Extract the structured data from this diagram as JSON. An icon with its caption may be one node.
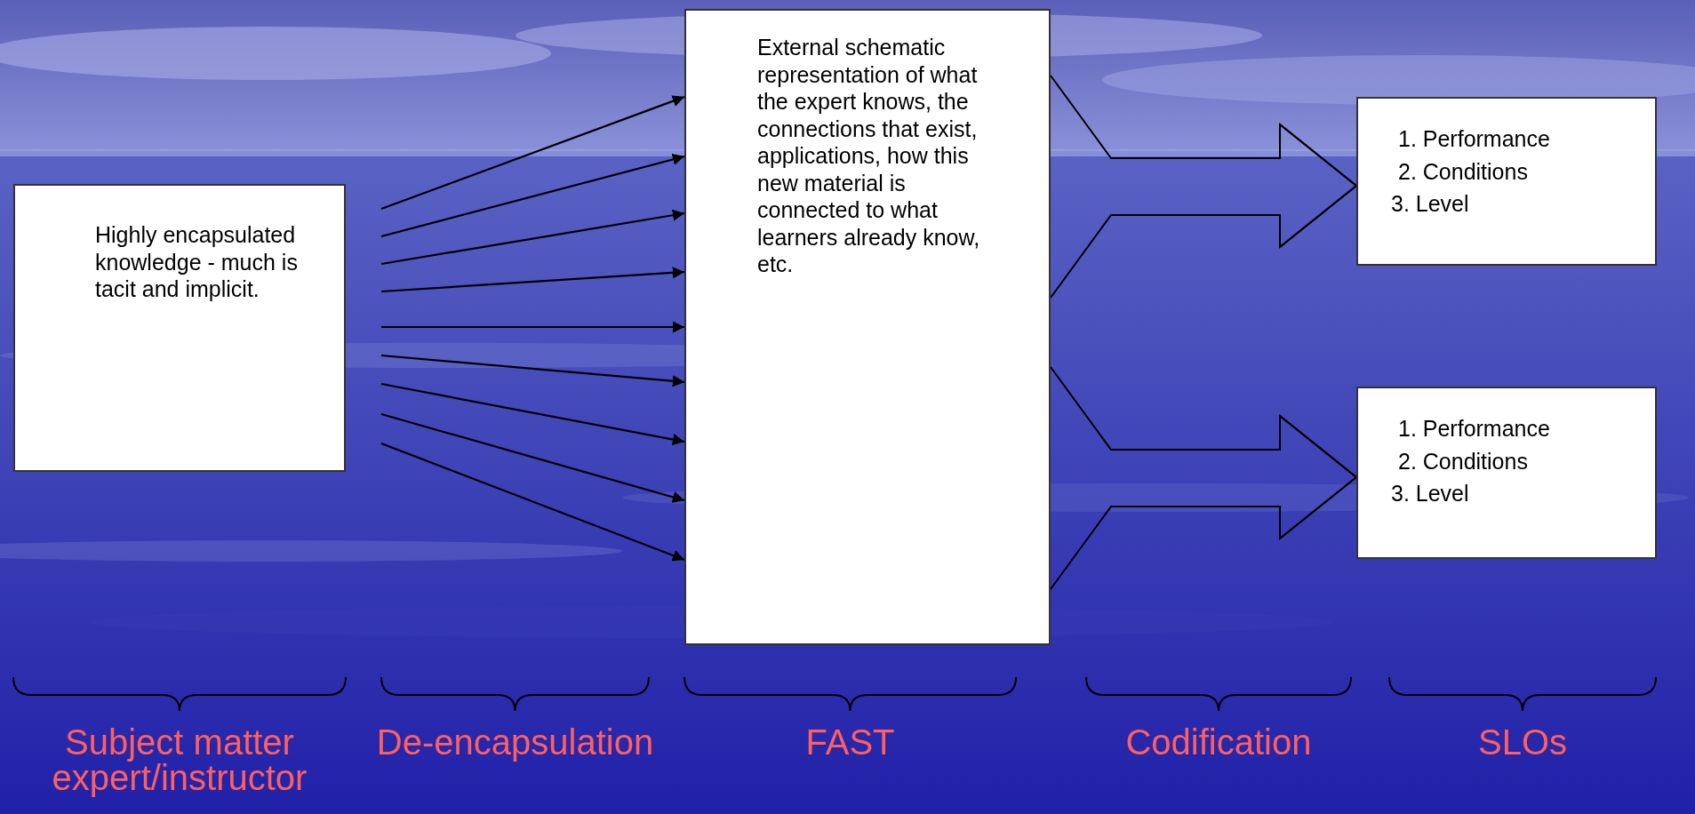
{
  "diagram": {
    "nodes": [
      {
        "text": [
          "Highly encapsulated knowledge - much is tacit and implicit."
        ]
      },
      {
        "text": [
          "External schematic representation of what the expert knows, the connections that exist, applications, how this new material is connected to what learners already know, etc."
        ]
      },
      {
        "text": [
          "1. Performance",
          "2. Conditions",
          "3. Level"
        ]
      },
      {
        "text": [
          "1. Performance",
          "2. Conditions",
          "3. Level"
        ]
      }
    ],
    "edges": [
      {
        "from": null,
        "to": 1,
        "arrow": "to"
      },
      {
        "from": null,
        "to": 1,
        "arrow": "to"
      },
      {
        "from": null,
        "to": 1,
        "arrow": "to"
      },
      {
        "from": null,
        "to": 1,
        "arrow": "to"
      },
      {
        "from": null,
        "to": 1,
        "arrow": "to"
      },
      {
        "from": null,
        "to": 1,
        "arrow": "to"
      },
      {
        "from": null,
        "to": 1,
        "arrow": "to"
      },
      {
        "from": null,
        "to": 1,
        "arrow": "to"
      },
      {
        "from": null,
        "to": 1,
        "arrow": "to"
      },
      {
        "from": 1,
        "to": 2,
        "arrow": "to"
      },
      {
        "from": 1,
        "to": 3,
        "arrow": "to"
      }
    ],
    "labels": [
      "Subject matter expert/instructor",
      "De-encapsulation",
      "FAST",
      "Codification",
      "SLOs"
    ]
  }
}
